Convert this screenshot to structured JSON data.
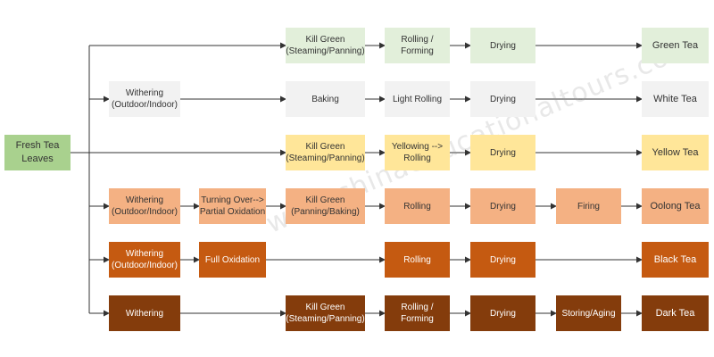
{
  "start": {
    "label": "Fresh Tea\nLeaves",
    "color": "#a9d18e"
  },
  "watermark": "www.chinaeducationaltours.com",
  "rows": [
    {
      "tea": "Green Tea",
      "fill": "#e2efda",
      "text": "#333333",
      "steps": [
        {
          "col": 2,
          "label": "Kill Green\n(Steaming/Panning)"
        },
        {
          "col": 3,
          "label": "Rolling /\nForming"
        },
        {
          "col": 4,
          "label": "Drying"
        }
      ]
    },
    {
      "tea": "White Tea",
      "fill": "#f2f2f2",
      "text": "#333333",
      "steps": [
        {
          "col": 0,
          "label": "Withering\n(Outdoor/Indoor)"
        },
        {
          "col": 2,
          "label": "Baking"
        },
        {
          "col": 3,
          "label": "Light Rolling"
        },
        {
          "col": 4,
          "label": "Drying"
        }
      ]
    },
    {
      "tea": "Yellow Tea",
      "fill": "#ffe699",
      "text": "#333333",
      "steps": [
        {
          "col": 2,
          "label": "Kill Green\n(Steaming/Panning)"
        },
        {
          "col": 3,
          "label": "Yellowing -->\nRolling"
        },
        {
          "col": 4,
          "label": "Drying"
        }
      ]
    },
    {
      "tea": "Oolong Tea",
      "fill": "#f4b183",
      "text": "#333333",
      "steps": [
        {
          "col": 0,
          "label": "Withering\n(Outdoor/Indoor)"
        },
        {
          "col": 1,
          "label": "Turning Over-->\nPartial Oxidation"
        },
        {
          "col": 2,
          "label": "Kill Green\n(Panning/Baking)"
        },
        {
          "col": 3,
          "label": "Rolling"
        },
        {
          "col": 4,
          "label": "Drying"
        },
        {
          "col": 5,
          "label": "Firing"
        }
      ]
    },
    {
      "tea": "Black Tea",
      "fill": "#c55a11",
      "text": "#ffffff",
      "steps": [
        {
          "col": 0,
          "label": "Withering\n(Outdoor/Indoor)"
        },
        {
          "col": 1,
          "label": "Full Oxidation"
        },
        {
          "col": 3,
          "label": "Rolling"
        },
        {
          "col": 4,
          "label": "Drying"
        }
      ]
    },
    {
      "tea": "Dark Tea",
      "fill": "#843c0c",
      "text": "#ffffff",
      "steps": [
        {
          "col": 0,
          "label": "Withering"
        },
        {
          "col": 2,
          "label": "Kill Green\n(Steaming/Panning)"
        },
        {
          "col": 3,
          "label": "Rolling /\nForming"
        },
        {
          "col": 4,
          "label": "Drying"
        },
        {
          "col": 5,
          "label": "Storing/Aging"
        }
      ]
    }
  ]
}
